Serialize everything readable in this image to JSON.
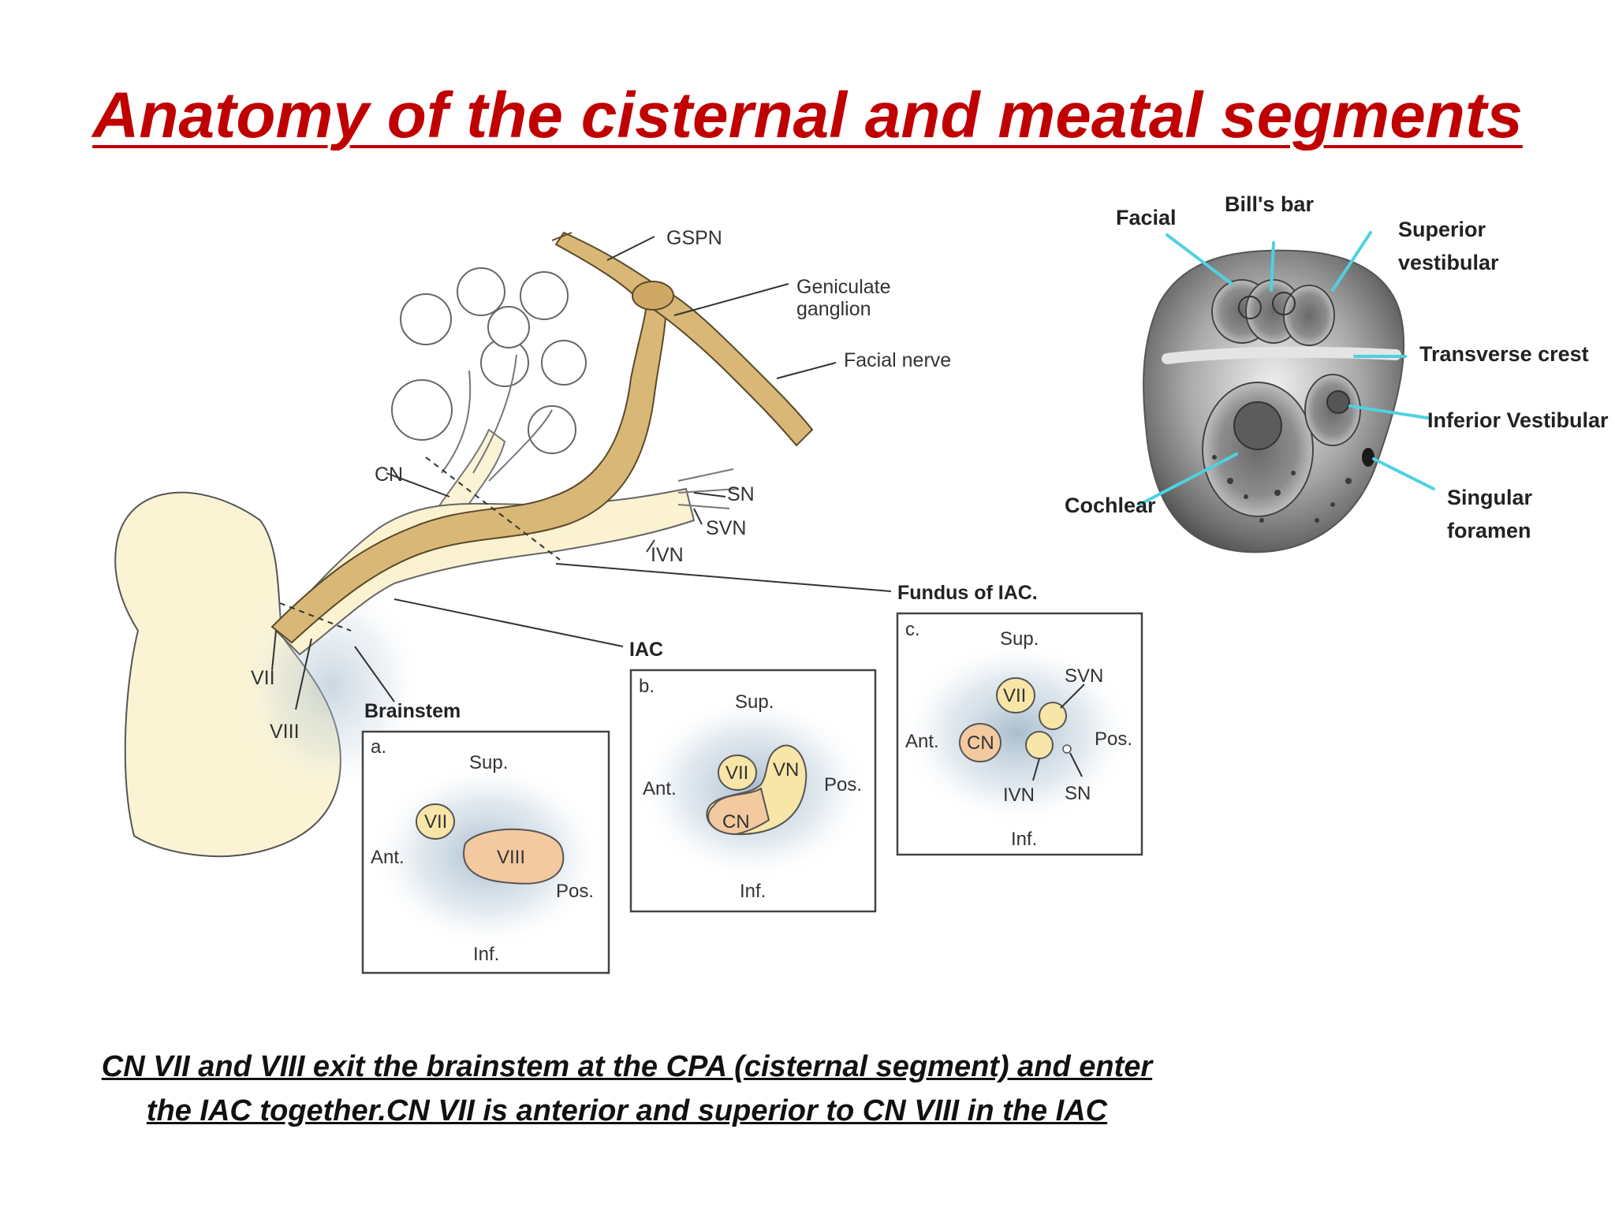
{
  "title": "Anatomy of the cisternal and meatal segments",
  "left_figure": {
    "labels": {
      "gspn": "GSPN",
      "geniculate_1": "Geniculate",
      "geniculate_2": "ganglion",
      "facial_nerve": "Facial nerve",
      "cn": "CN",
      "sn": "SN",
      "svn": "SVN",
      "ivn": "IVN",
      "fundus": "Fundus of IAC.",
      "iac": "IAC",
      "brainstem": "Brainstem",
      "vii": "VII",
      "viii": "VIII"
    },
    "panel_a": {
      "letter": "a.",
      "sup": "Sup.",
      "inf": "Inf.",
      "ant": "Ant.",
      "pos": "Pos.",
      "vii": "VII",
      "viii": "VIII"
    },
    "panel_b": {
      "letter": "b.",
      "sup": "Sup.",
      "inf": "Inf.",
      "ant": "Ant.",
      "pos": "Pos.",
      "vii": "VII",
      "vn": "VN",
      "cn": "CN"
    },
    "panel_c": {
      "letter": "c.",
      "sup": "Sup.",
      "inf": "Inf.",
      "ant": "Ant.",
      "pos": "Pos.",
      "vii": "VII",
      "cn": "CN",
      "svn": "SVN",
      "ivn": "IVN",
      "sn": "SN"
    }
  },
  "right_figure": {
    "facial": "Facial",
    "bills_bar": "Bill's bar",
    "superior_1": "Superior",
    "superior_2": "vestibular",
    "transverse_crest": "Transverse crest",
    "inferior_vestibular": "Inferior Vestibular",
    "cochlear": "Cochlear",
    "singular_1": "Singular",
    "singular_2": "foramen"
  },
  "caption": {
    "line1": "CN VII and VIII exit the brainstem at the CPA (cisternal segment) and enter",
    "line2": "the IAC together.CN VII is anterior and superior to CN VIII in the IAC"
  },
  "colors": {
    "title": "#c00000",
    "nerve": "#e6c98a",
    "pointer_cyan": "#4fd1e0",
    "vii_fill": "#f7e6a8",
    "viii_fill": "#f3c9a0"
  }
}
